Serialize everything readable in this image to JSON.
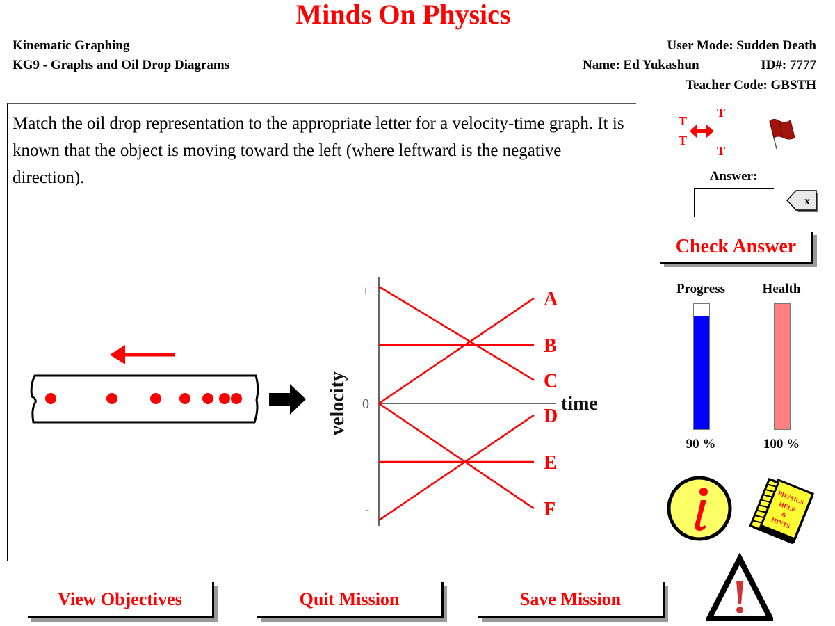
{
  "app": {
    "title": "Minds On Physics"
  },
  "header": {
    "module": "Kinematic Graphing",
    "lesson": "KG9 - Graphs and Oil Drop Diagrams",
    "user_mode": "User Mode:  Sudden Death",
    "name": "Name:  Ed Yukashun",
    "id": "ID#:  7777",
    "teacher_code": "Teacher Code:  GBSTH"
  },
  "question": {
    "text": "Match the oil drop representation to the appropriate letter for a velocity-time graph.  It is known that the object is moving toward the left (where leftward is the negative direction)."
  },
  "oil_drop": {
    "direction": "left",
    "drop_count": 7,
    "drop_color": "#ff0000"
  },
  "graph": {
    "y_axis_label": "velocity",
    "x_axis_label": "time",
    "tick_plus": "+",
    "tick_zero": "0",
    "tick_minus": "-",
    "line_color": "#ff0000",
    "lines": [
      {
        "label": "A",
        "start": 0,
        "end": 0.9
      },
      {
        "label": "B",
        "start": 0.5,
        "end": 0.5
      },
      {
        "label": "C",
        "start": 1.0,
        "end": 0.2
      },
      {
        "label": "D",
        "start": -1.0,
        "end": -0.1
      },
      {
        "label": "E",
        "start": -0.5,
        "end": -0.5
      },
      {
        "label": "F",
        "start": 0,
        "end": -0.9
      }
    ]
  },
  "sidebar": {
    "answer_label": "Answer:",
    "answer_value": "",
    "clear_label": "x",
    "check_answer": "Check Answer",
    "rearrange_letter": "T",
    "progress": {
      "label": "Progress",
      "value": 90,
      "display": "90 %",
      "color": "#0000ff"
    },
    "health": {
      "label": "Health",
      "value": 100,
      "display": "100 %",
      "color": "#ff8080"
    },
    "book_text": [
      "PHYSICS",
      "HELP",
      "&",
      "HINTS"
    ]
  },
  "footer": {
    "view_objectives": "View Objectives",
    "quit_mission": "Quit Mission",
    "save_mission": "Save Mission"
  }
}
